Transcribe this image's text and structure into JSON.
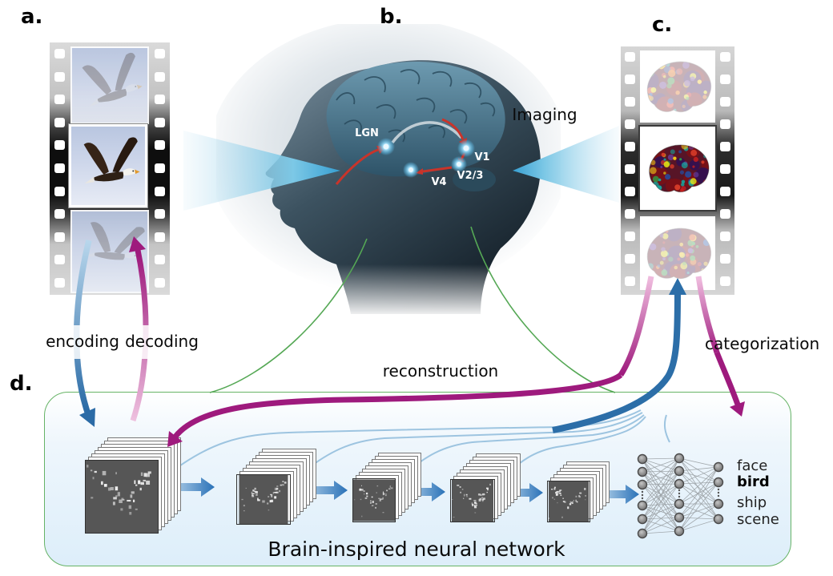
{
  "panels": {
    "a": {
      "label": "a."
    },
    "b": {
      "label": "b.",
      "imaging": "Imaging",
      "regions": {
        "lgn": "LGN",
        "v1": "V1",
        "v23": "V2/3",
        "v4": "V4"
      }
    },
    "c": {
      "label": "c."
    },
    "d": {
      "label": "d.",
      "caption": "Brain-inspired neural network",
      "classes": [
        "face",
        "bird",
        "ship",
        "scene"
      ],
      "predicted_class": "bird"
    }
  },
  "flows": {
    "encoding": "encoding",
    "decoding": "decoding",
    "reconstruction": "reconstruction",
    "categorization": "categorization"
  },
  "colors": {
    "encoding_arrow": "#2b6ba6",
    "decoding_arrow": "#9e1a7d",
    "green_link": "#55a855",
    "beam_blue": "#45aada",
    "pathway_red": "#c9342a",
    "network_box_border": "#66b366"
  }
}
